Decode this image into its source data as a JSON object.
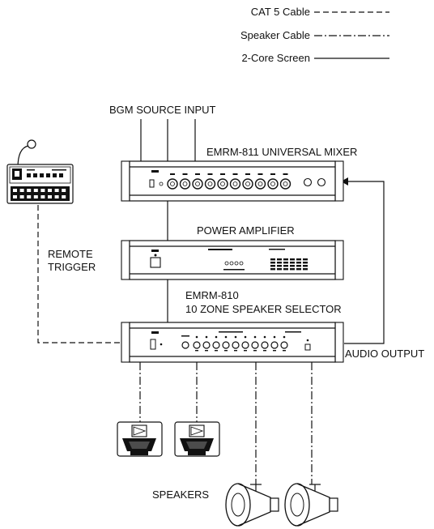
{
  "legend": {
    "cat5": "CAT 5 Cable",
    "speaker": "Speaker Cable",
    "screen": "2-Core Screen"
  },
  "labels": {
    "bgm_input": "BGM SOURCE INPUT",
    "mixer": "EMRM-811 UNIVERSAL MIXER",
    "amplifier": "POWER AMPLIFIER",
    "selector_model": "EMRM-810",
    "selector_name": "10 ZONE SPEAKER SELECTOR",
    "remote_line1": "REMOTE",
    "remote_line2": "TRIGGER",
    "audio_output": "AUDIO OUTPUT",
    "speakers": "SPEAKERS"
  }
}
